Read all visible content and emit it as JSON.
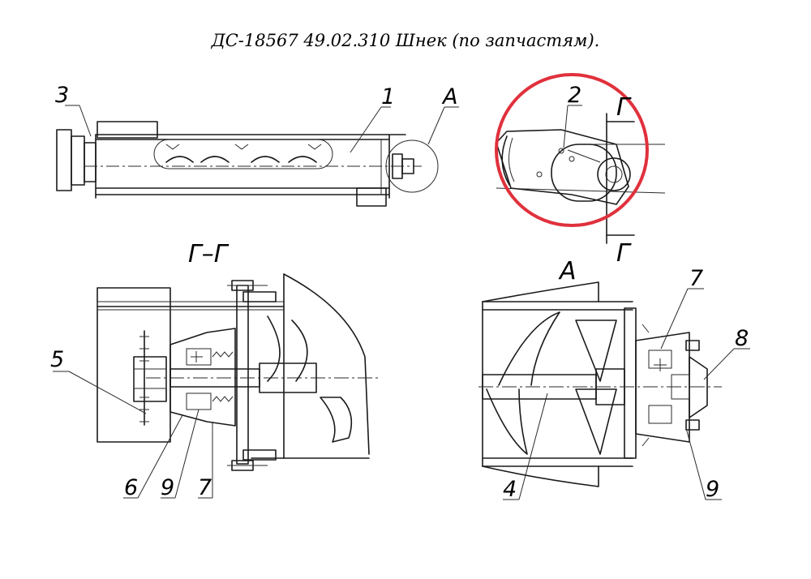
{
  "title": "ДС-18567  49.02.310  Шнек   (по запчастям).",
  "views": {
    "section_label": "Г–Г",
    "view_a_label": "А",
    "cut_mark": "Г"
  },
  "callouts": [
    "1",
    "2",
    "3",
    "4",
    "5",
    "6",
    "7",
    "8",
    "9"
  ],
  "highlight_color": "#e0313c"
}
